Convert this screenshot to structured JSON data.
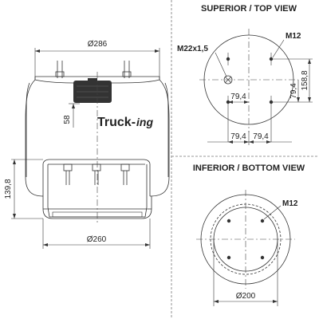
{
  "side_view": {
    "diameter_top": "Ø286",
    "diameter_bottom": "Ø260",
    "height_left": "139,8",
    "height_piston": "58"
  },
  "brand": {
    "text_main": "Truck-",
    "text_suffix": "ing",
    "color_main": "#1f1f1f",
    "color_suffix": "#1f1f1f"
  },
  "top_view": {
    "title": "SUPERIOR / TOP VIEW",
    "port_label": "M22x1,5",
    "stud_label": "M12",
    "offset_inner": "79,4",
    "offset_side": "79,4",
    "height_total": "158,8",
    "bottom_left": "79,4",
    "bottom_right": "79,4"
  },
  "bottom_view": {
    "title": "INFERIOR / BOTTOM VIEW",
    "stud_label": "M12",
    "diameter": "Ø200"
  }
}
